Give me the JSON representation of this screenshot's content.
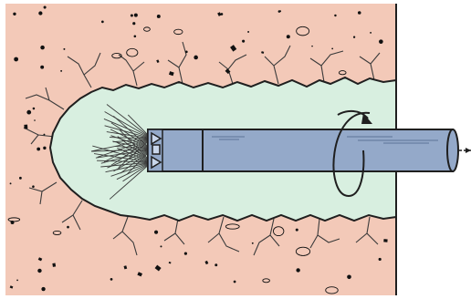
{
  "diagram": {
    "labels": [],
    "colors": {
      "background": "#ffffff",
      "soil": "#f3c9b8",
      "soil_edge": "#3a3a3a",
      "grout": "#d8efe0",
      "rod": "#94a9c9",
      "rod_dark": "#5b7296",
      "outline": "#1f1f1f",
      "particles": "#111111"
    },
    "elements": {
      "soil_block": "soil-block",
      "grout_column": "grout-column",
      "drill_rod": "drill-rod",
      "monitor_head": "monitor-head",
      "nozzles": "jet-nozzles",
      "jets": "jet-streams",
      "rotation": "rotation-arrow",
      "withdrawal": "withdrawal-arrow",
      "cracks": "soil-cracks"
    }
  }
}
